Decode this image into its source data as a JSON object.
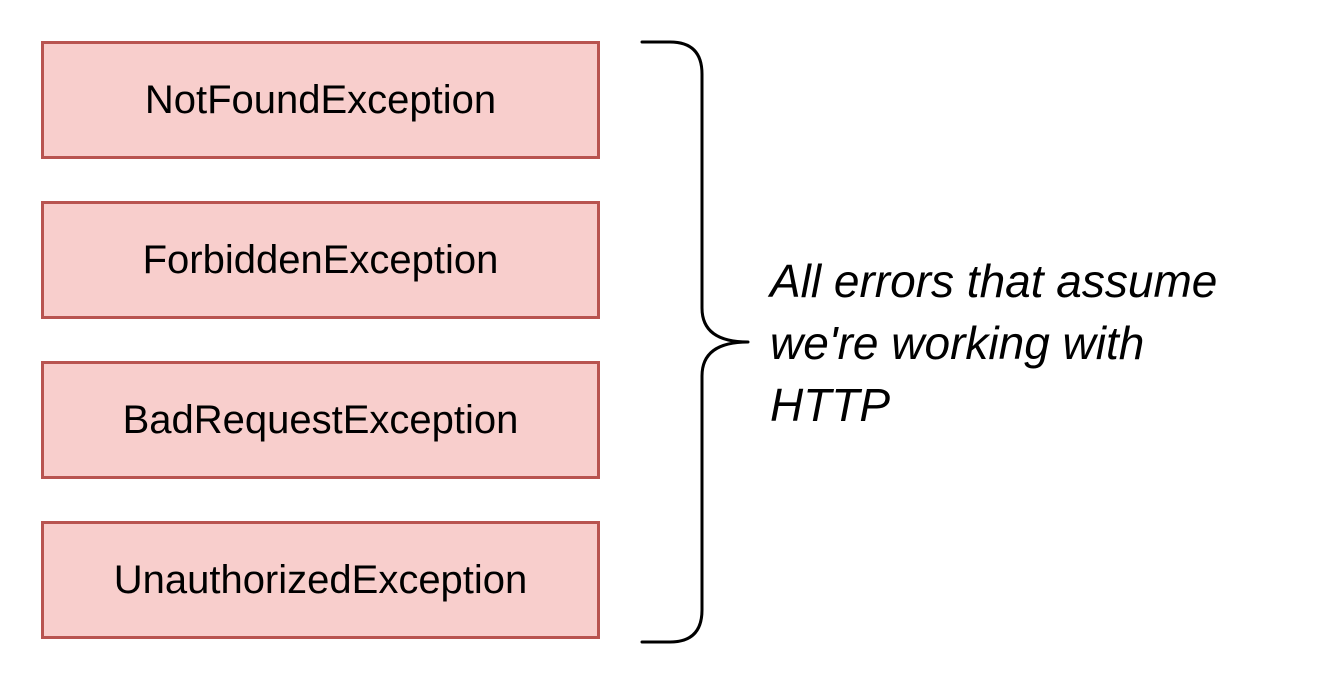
{
  "exceptions": [
    {
      "label": "NotFoundException"
    },
    {
      "label": "ForbiddenException"
    },
    {
      "label": "BadRequestException"
    },
    {
      "label": "UnauthorizedException"
    }
  ],
  "annotation": {
    "lines": [
      "All errors that assume",
      "we're working with",
      "HTTP"
    ]
  },
  "colors": {
    "box_fill": "#f8cecc",
    "box_border": "#b85450",
    "brace": "#000000"
  }
}
